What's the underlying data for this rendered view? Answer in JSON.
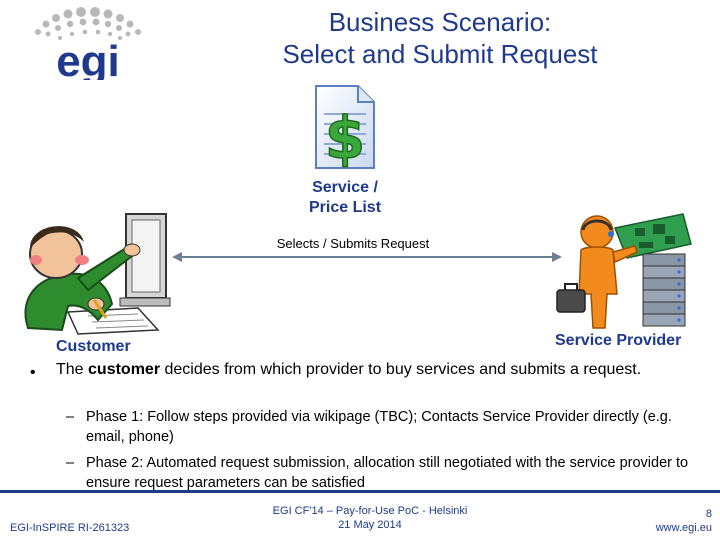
{
  "header": {
    "logo_text": "egi",
    "title_line1": "Business Scenario:",
    "title_line2": "Select and Submit Request"
  },
  "diagram": {
    "price_list_line1": "Service /",
    "price_list_line2": "Price List",
    "selects_label": "Selects / Submits Request",
    "customer_label": "Customer",
    "provider_label": "Service Provider"
  },
  "body": {
    "bullet": "•",
    "main_pre": "The ",
    "main_bold": "customer",
    "main_post": " decides from which provider to buy services and submits a request.",
    "sub1": "Phase 1: Follow steps provided via wikipage (TBC); Contacts Service Provider directly (e.g. email, phone)",
    "sub2": "Phase 2: Automated request submission, allocation still negotiated with the service provider to ensure request parameters can be satisfied",
    "dash": "–"
  },
  "footer": {
    "left": "EGI-InSPIRE RI-261323",
    "center_line1": "EGI CF'14 – Pay-for-Use PoC - Helsinki",
    "center_line2": "21 May 2014",
    "page": "8",
    "url": "www.egi.eu"
  },
  "colors": {
    "title_blue": "#1f3a8c",
    "logo_blue": "#1f3a8c",
    "dollar_green": "#3aa83a"
  }
}
